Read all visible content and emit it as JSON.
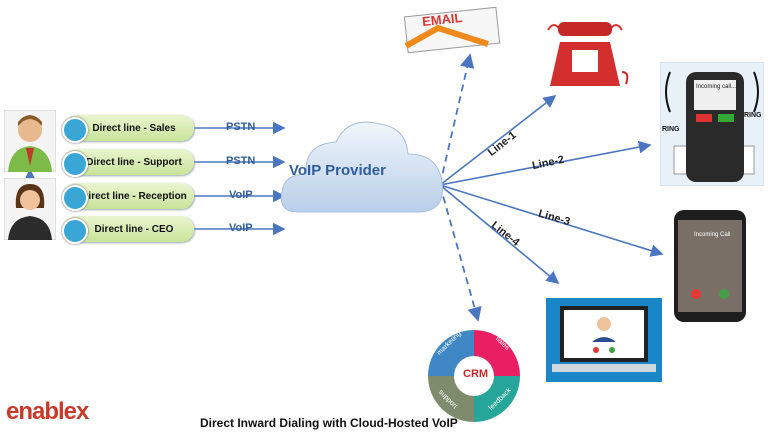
{
  "lines": [
    {
      "label": "Direct line - Sales",
      "protocol": "PSTN"
    },
    {
      "label": "Direct line - Support",
      "protocol": "PSTN"
    },
    {
      "label": "Direct line - Reception",
      "protocol": "VoIP"
    },
    {
      "label": "Direct line - CEO",
      "protocol": "VoIP"
    }
  ],
  "provider": "VoIP Provider",
  "outputs": [
    "Line-1",
    "Line-2",
    "Line-3",
    "Line-4"
  ],
  "email_label": "EMAIL",
  "crm": {
    "center": "CRM",
    "segments": [
      "marketing",
      "sales",
      "feedback",
      "support"
    ]
  },
  "device_labels": {
    "incoming": "Incoming call...",
    "ring": "RING",
    "mobile_incoming": "Incoming Call"
  },
  "footer": "Direct Inward Dialing with Cloud-Hosted VoIP",
  "logo": "enablex",
  "colors": {
    "arrow": "#4a76c1",
    "pill": "#c9e39a",
    "cloud": "#cfe0f3",
    "logo": "#c93a2a"
  }
}
